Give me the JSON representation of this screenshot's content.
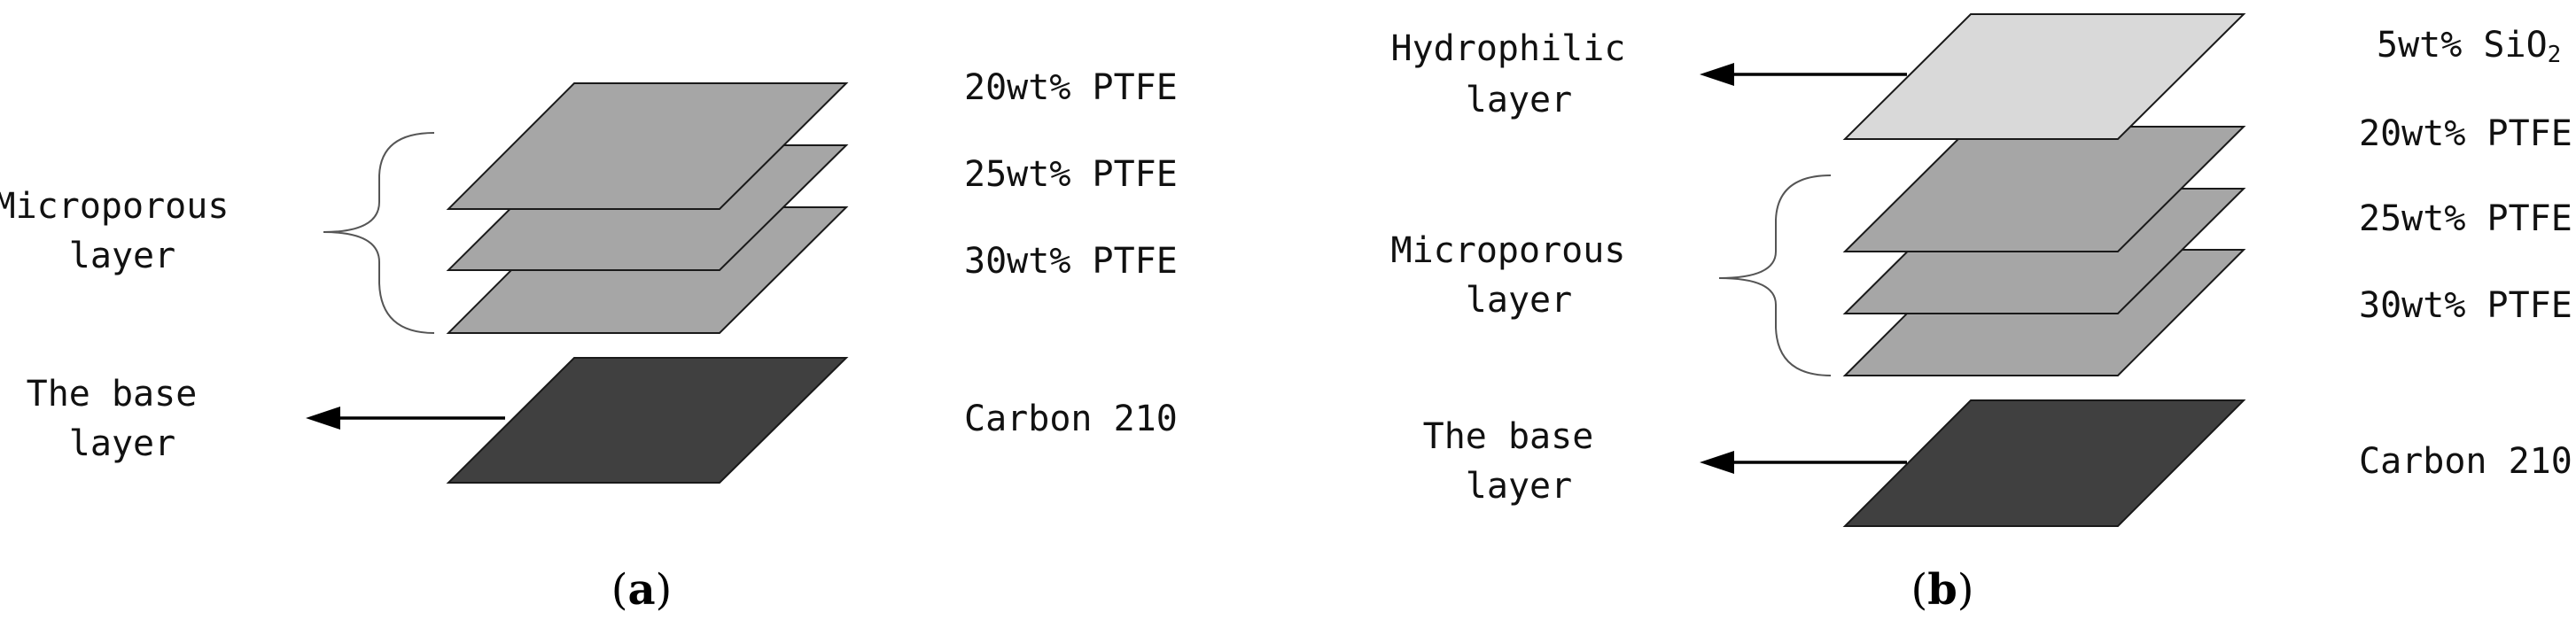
{
  "panel_a": {
    "layer_labels": {
      "microporous": [
        "Microporous",
        "layer"
      ],
      "base": [
        "The base",
        "layer"
      ]
    },
    "materials": {
      "ptfe_20": "20wt% PTFE",
      "ptfe_25": "25wt% PTFE",
      "ptfe_30": "30wt% PTFE",
      "carbon": "Carbon 210"
    },
    "caption": {
      "open": "(",
      "letter": "a",
      "close": ")"
    }
  },
  "panel_b": {
    "layer_labels": {
      "hydrophilic": [
        "Hydrophilic",
        "layer"
      ],
      "microporous": [
        "Microporous",
        "layer"
      ],
      "base": [
        "The base",
        "layer"
      ]
    },
    "materials": {
      "sio2": "5wt% SiO",
      "sio2_subscript": "2",
      "ptfe_20": "20wt% PTFE",
      "ptfe_25": "25wt% PTFE",
      "ptfe_30": "30wt% PTFE",
      "carbon": "Carbon 210"
    },
    "caption": {
      "open": "(",
      "letter": "b",
      "close": ")"
    }
  },
  "colors": {
    "ptfe_layer": "#a6a6a6",
    "sio2_layer": "#d9d9d9",
    "carbon_layer": "#404040"
  }
}
